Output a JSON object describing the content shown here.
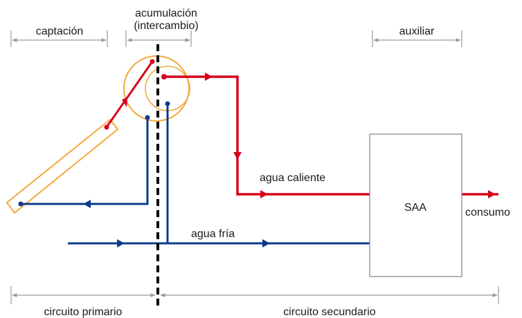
{
  "colors": {
    "hot": "#d6001c",
    "cold": "#0d3b8c",
    "collector": "#f2a93b",
    "divider": "#000000",
    "dimension": "#9a9a9a",
    "box_border": "#8c8c8c",
    "text": "#1a1a1a"
  },
  "labels": {
    "captacion": "captación",
    "acumulacion": "acumulación",
    "intercambio": "(intercambio)",
    "auxiliar": "auxiliar",
    "agua_caliente": "agua caliente",
    "agua_fria": "agua fría",
    "saa": "SAA",
    "consumo": "consumo",
    "circuito_primario": "circuito primario",
    "circuito_secundario": "circuito secundario"
  }
}
